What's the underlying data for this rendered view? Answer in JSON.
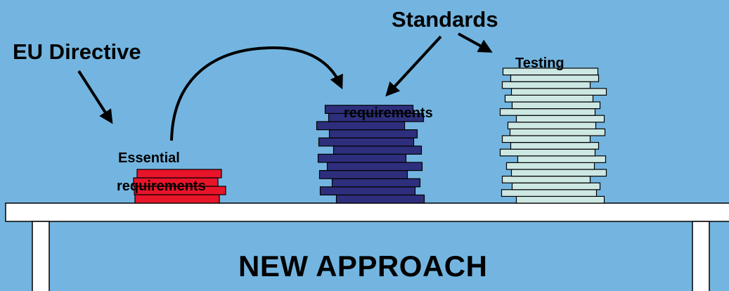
{
  "colors": {
    "background": "#73b5e0",
    "essential_stack": "#e8142a",
    "standards_stack": "#2e2f7c",
    "testing_stack": "#cde8e3",
    "table": "#ffffff",
    "outline": "#000000"
  },
  "labels": {
    "eu_directive": "EU Directive",
    "standards": "Standards",
    "testing": "Testing",
    "requirements": "requirements",
    "essential_line1": "Essential",
    "essential_line2": "requirements",
    "new_approach": "NEW APPROACH"
  },
  "stacks": {
    "essential_layers": 4,
    "standards_layers": 12,
    "testing_layers": 20
  }
}
